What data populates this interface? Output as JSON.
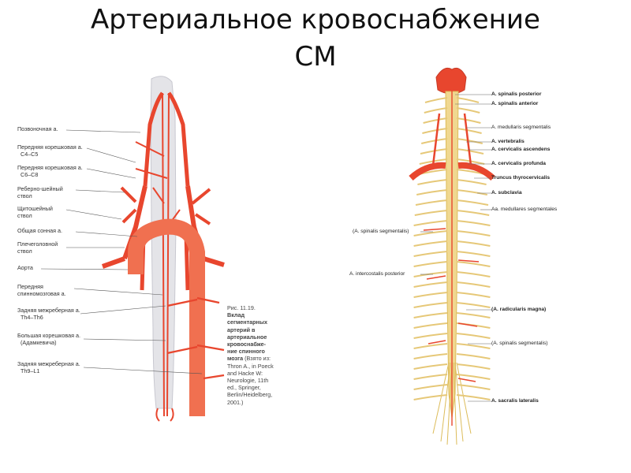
{
  "slide": {
    "title_line_1": "Артериальное кровоснабжение",
    "title_line_2": "СМ"
  },
  "left_figure": {
    "labels": [
      "Позвоночная а.",
      "Передняя корешковая а.",
      "С4–С5",
      "Передняя корешковая а.",
      "С6–С8",
      "Реберно-шейный",
      "ствол",
      "Щитошейный",
      "ствол",
      "Общая сонная а.",
      "Плечеголовной",
      "ствол",
      "Аорта",
      "Передняя",
      "спинномозговая а.",
      "Задняя межреберная а.",
      "Th4–Th6",
      "Большая корешковая а.",
      "(Адамкевича)",
      "Задняя межреберная а.",
      "Th9–L1"
    ],
    "caption": {
      "figure_number": "Рис. 11.19.",
      "title_lines": [
        "Вклад",
        "сегментарных",
        "артерий в",
        "артериальное",
        "кровоснабже-",
        "ние спинного",
        "мозга"
      ],
      "source_lines": [
        "(Взято из:",
        "Thron A., in Poeck",
        "and Hacke W:",
        "Neurologie, 11th",
        "ed., Springer,",
        "Berlin/Heidelberg,",
        "2001.)"
      ]
    }
  },
  "right_figure": {
    "labels": [
      "A. spinalis posterior",
      "A. spinalis anterior",
      "A. medullaris segmentalis",
      "A. vertebralis",
      "A. cervicalis ascendens",
      "A. cervicalis profunda",
      "Truncus thyrocervicalis",
      "A. subclavia",
      "Aa. medullares segmentales",
      "(A. spinalis segmentalis)",
      "A. intercostalis posterior",
      "(A. radicularis magna)",
      "(A. spinalis segmentalis)",
      "A. sacralis lateralis"
    ]
  },
  "colors": {
    "artery": "#e8462e",
    "artery_dark": "#c63a26",
    "aorta": "#f07050",
    "nerve": "#f0d890",
    "nerve_stroke": "#dcbc5a",
    "cord": "#e8e8ec"
  }
}
